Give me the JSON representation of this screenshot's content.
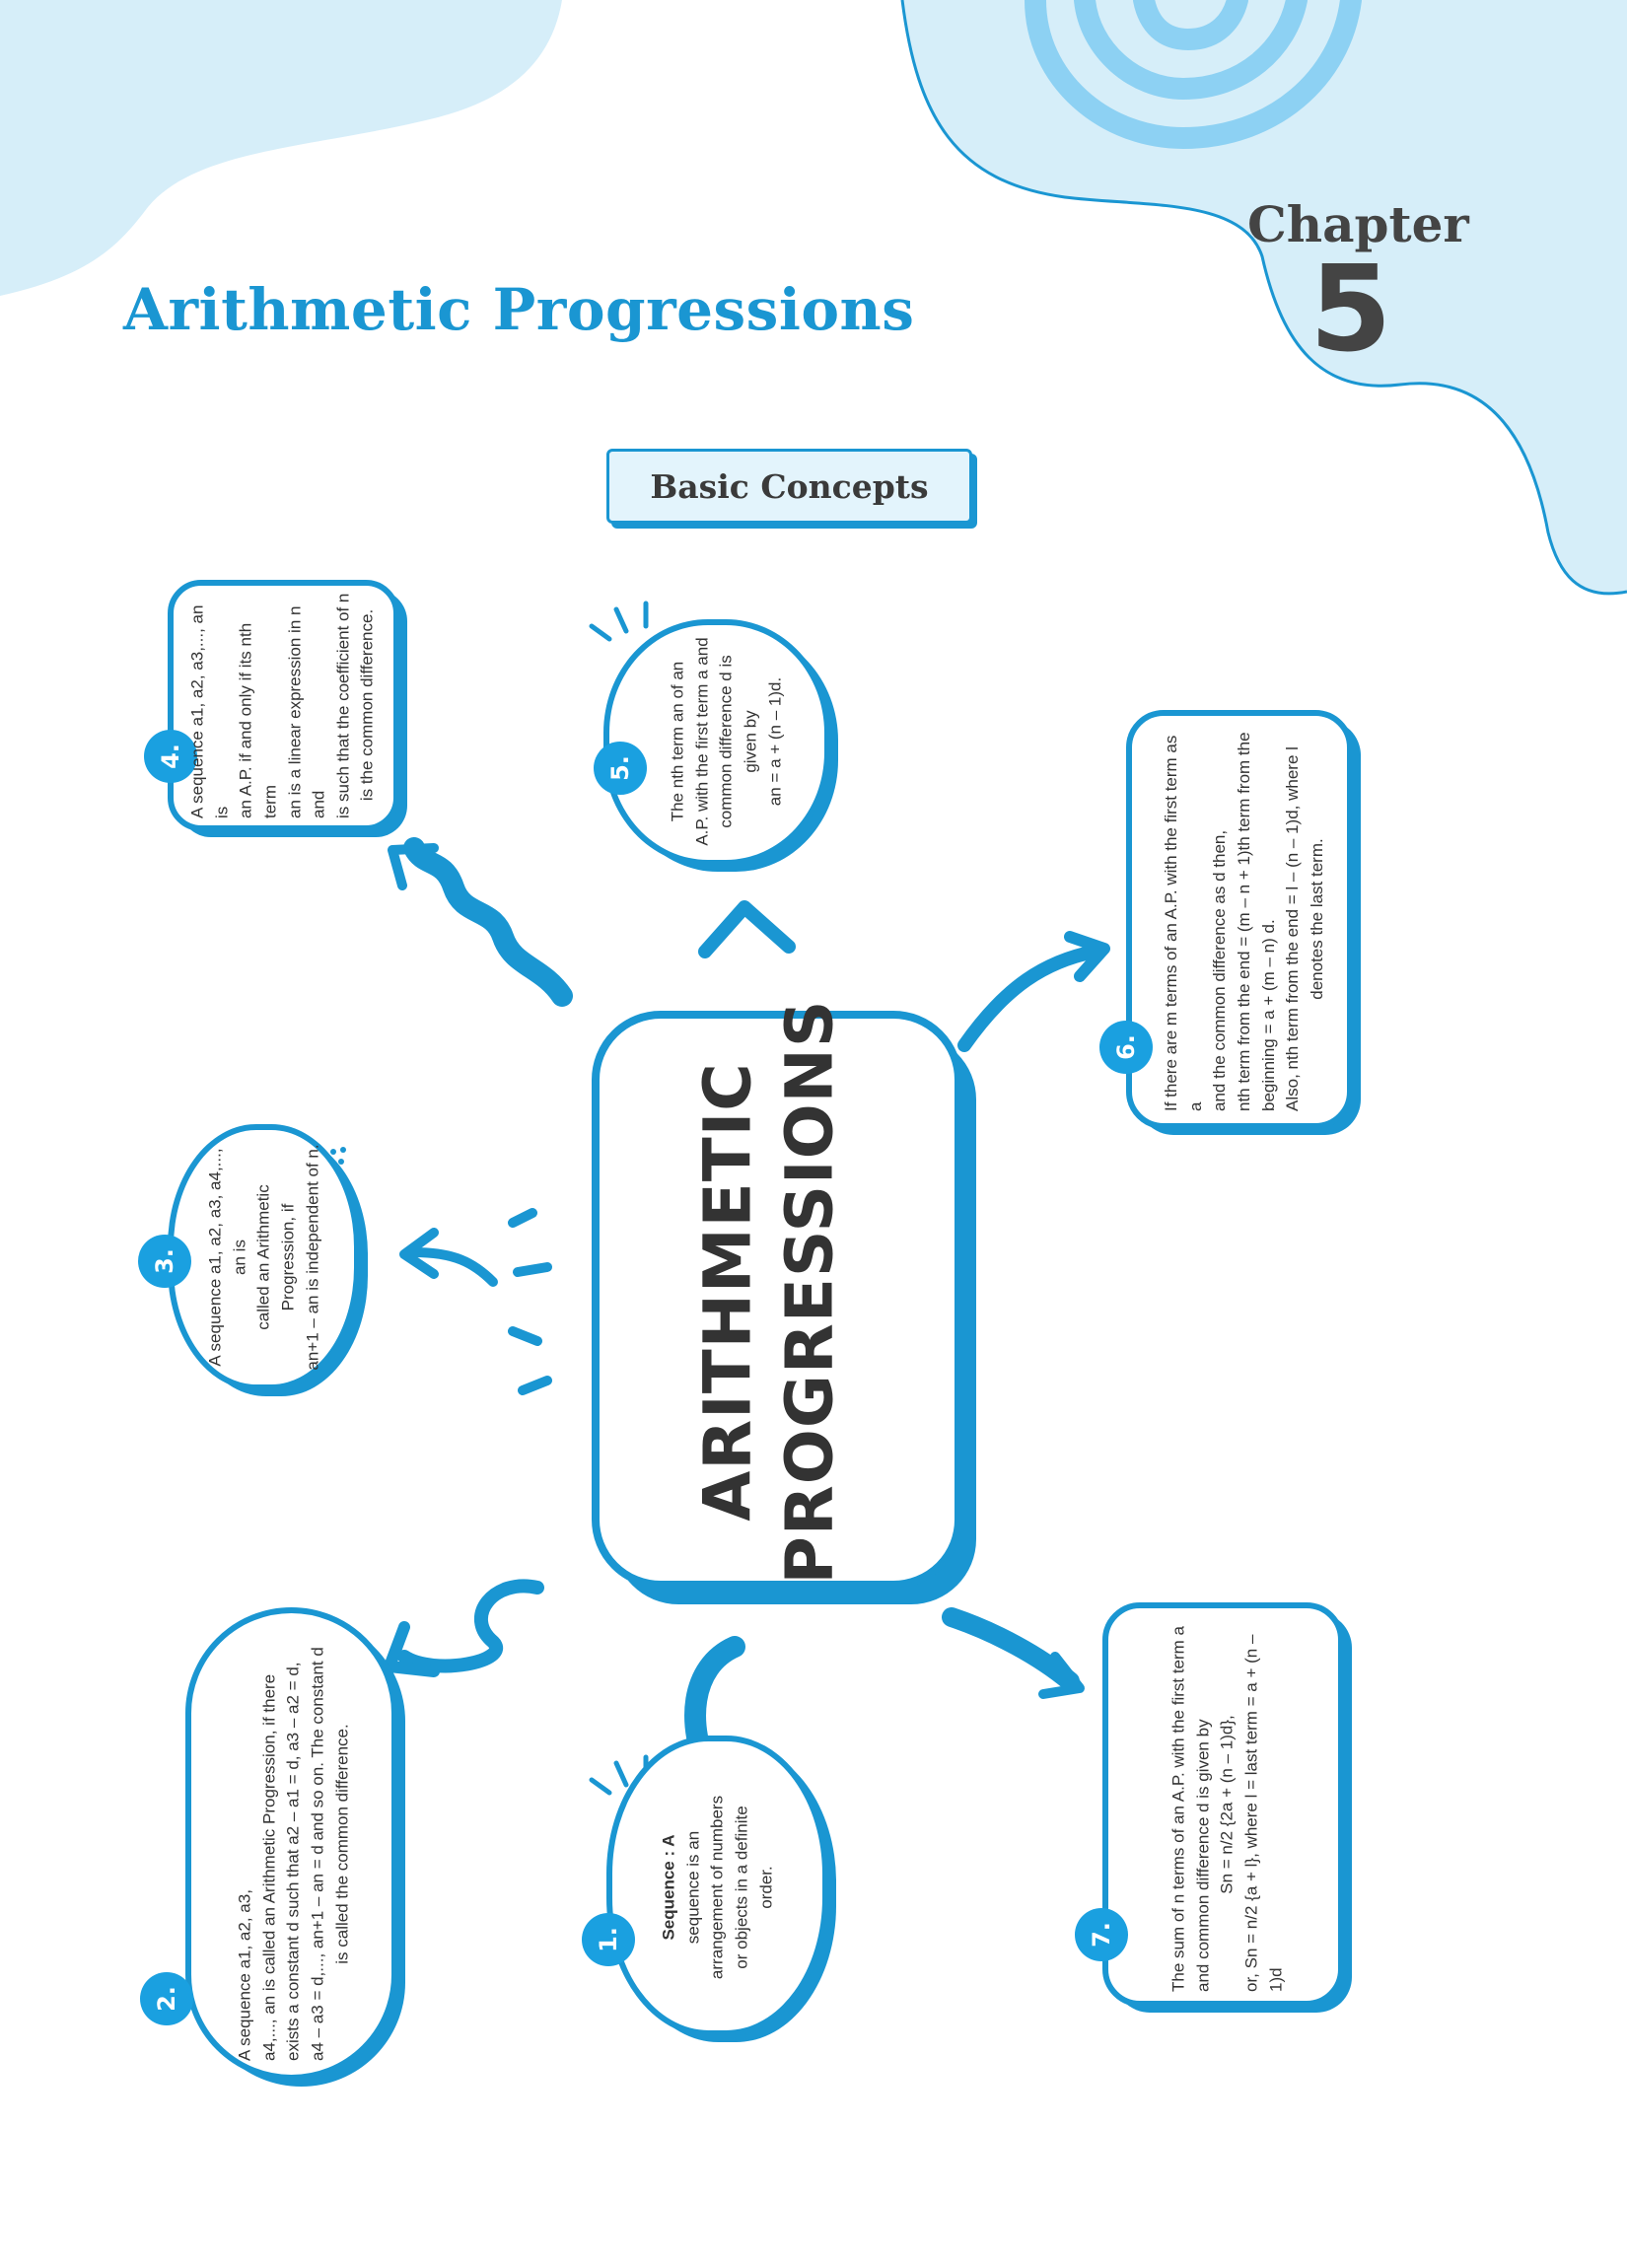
{
  "header": {
    "title": "Arithmetic Progressions",
    "chapter_label": "Chapter",
    "chapter_number": "5"
  },
  "section_tab": "Basic Concepts",
  "center": {
    "line1": "ARITHMETIC",
    "line2": "PROGRESSIONS"
  },
  "bubbles": [
    {
      "number": "1.",
      "lines": [
        "Sequence : A",
        "sequence is an",
        "arrangement of numbers",
        "or objects in a definite",
        "order."
      ]
    },
    {
      "number": "2.",
      "lines": [
        "A sequence a1, a2, a3,",
        "a4,..., an is called an Arithmetic Progression, if there",
        "exists a constant d such that a2 – a1 = d, a3 – a2 = d,",
        "a4 – a3 = d,..., an+1 – an = d and so on. The constant d",
        "is called the common difference."
      ]
    },
    {
      "number": "3.",
      "lines": [
        "A sequence a1, a2, a3, a4,..., an is",
        "called an Arithmetic Progression, if",
        "an+1 – an is independent of n."
      ]
    },
    {
      "number": "4.",
      "lines": [
        "A sequence a1, a2, a3,..., an is",
        "an A.P. if and only if its nth term",
        "an is a linear expression in n and",
        "is such that the coefficient of n",
        "is the common difference."
      ]
    },
    {
      "number": "5.",
      "lines": [
        "The nth term an of an",
        "A.P. with the first term a and",
        "common difference d is",
        "given by",
        "an = a + (n – 1)d."
      ]
    },
    {
      "number": "6.",
      "lines": [
        "If there are m terms of an A.P. with the first term as a",
        "and the common difference as d then,",
        "nth term from the end = (m – n + 1)th term from the",
        "beginning = a + (m – n) d.",
        "Also, nth term from the end = l – (n – 1)d, where l",
        "denotes the last term."
      ]
    },
    {
      "number": "7.",
      "lines": [
        "The sum of n terms of an A.P. with the first term a",
        "and common difference d is given by",
        "Sn = n/2 {2a + (n – 1)d},",
        "or, Sn = n/2 {a + l}, where l = last term = a + (n – 1)d"
      ]
    }
  ],
  "colors": {
    "accent": "#1a96d2",
    "accent_light": "#d6eef9",
    "text": "#333333"
  }
}
